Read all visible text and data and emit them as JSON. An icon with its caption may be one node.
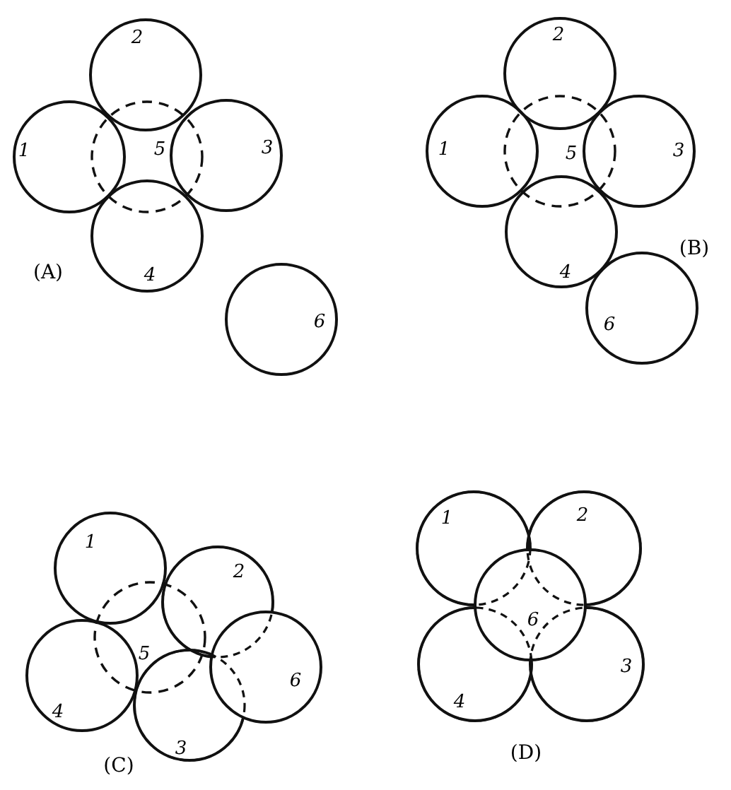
{
  "diagram": {
    "nodes": [
      {
        "text": [
          "2"
        ]
      },
      {
        "text": [
          "1"
        ]
      },
      {
        "text": [
          "5"
        ]
      },
      {
        "text": [
          "3"
        ]
      },
      {
        "text": [
          "4"
        ]
      },
      {
        "text": [
          "6"
        ]
      },
      {
        "text": [
          "2"
        ]
      },
      {
        "text": [
          "1"
        ]
      },
      {
        "text": [
          "5"
        ]
      },
      {
        "text": [
          "3"
        ]
      },
      {
        "text": [
          "4"
        ]
      },
      {
        "text": [
          "6"
        ]
      },
      {
        "text": [
          "1"
        ]
      },
      {
        "text": [
          "2"
        ]
      },
      {
        "text": [
          "5"
        ]
      },
      {
        "text": [
          "6"
        ]
      },
      {
        "text": [
          "4"
        ]
      },
      {
        "text": [
          "3"
        ]
      },
      {
        "text": [
          "1"
        ]
      },
      {
        "text": [
          "2"
        ]
      },
      {
        "text": [
          "6"
        ]
      },
      {
        "text": [
          "3"
        ]
      },
      {
        "text": [
          "4"
        ]
      }
    ],
    "labels": [
      "(A)",
      "(B)",
      "(C)",
      "(D)"
    ]
  }
}
